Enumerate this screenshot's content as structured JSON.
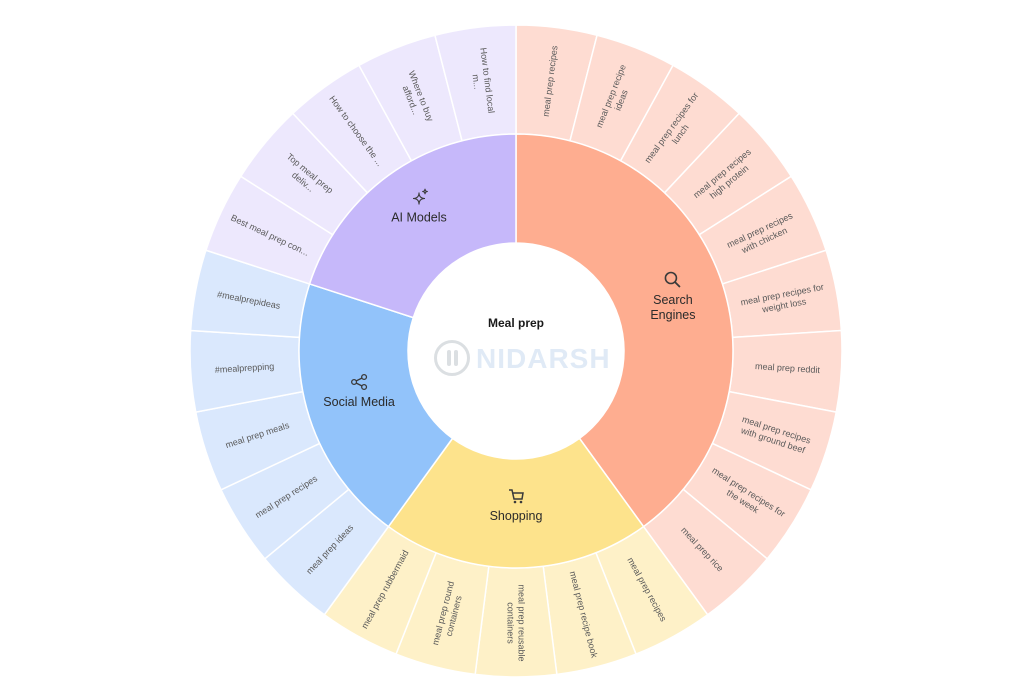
{
  "chart_data": {
    "type": "sunburst",
    "center_label": "Meal prep",
    "colors": {
      "Search Engines": {
        "inner": "#fead90",
        "outer": "#fedcd2"
      },
      "Shopping": {
        "inner": "#fde38c",
        "outer": "#fef1c8"
      },
      "Social Media": {
        "inner": "#92c3fa",
        "outer": "#dae8fd"
      },
      "AI Models": {
        "inner": "#c6b8fa",
        "outer": "#ede8fd"
      }
    },
    "categories": [
      {
        "name": "Search Engines",
        "icon": "search-icon",
        "children": [
          "meal prep recipes",
          "meal prep recipe ideas",
          "meal prep recipes for lunch",
          "meal prep recipes high protein",
          "meal prep recipes with chicken",
          "meal prep recipes for weight loss",
          "meal prep reddit",
          "meal prep recipes with ground beef",
          "meal prep recipes for the week",
          "meal prep rice"
        ]
      },
      {
        "name": "Shopping",
        "icon": "cart-icon",
        "children": [
          "meal prep recipes",
          "meal prep recipe book",
          "meal prep reusable containers",
          "meal prep round containers",
          "meal prep rubbermaid"
        ]
      },
      {
        "name": "Social Media",
        "icon": "share-icon",
        "children": [
          "meal prep ideas",
          "meal prep recipes",
          "meal prep meals",
          "#mealprepping",
          "#mealprepideas"
        ]
      },
      {
        "name": "AI Models",
        "icon": "sparkle-icon",
        "children": [
          "Best meal prep con...",
          "Top meal prep deliv...",
          "How to choose the ...",
          "Where to buy afford...",
          "How to find local m..."
        ]
      }
    ]
  },
  "watermark": {
    "text": "NIDARSH"
  }
}
